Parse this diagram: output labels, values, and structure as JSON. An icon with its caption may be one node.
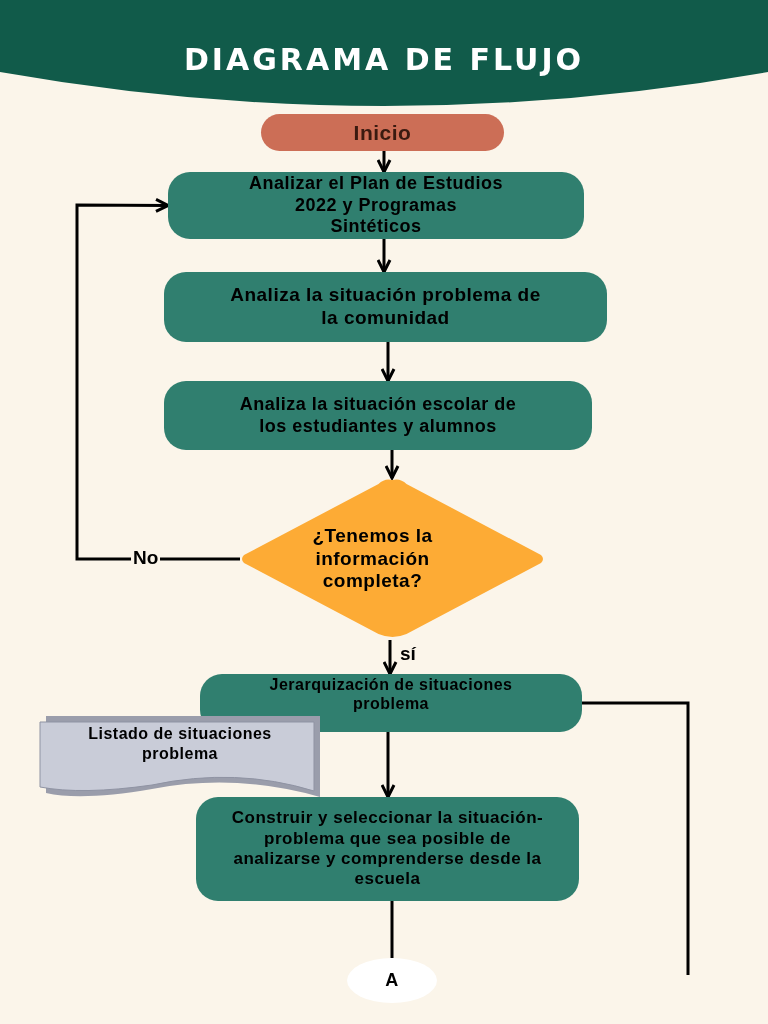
{
  "diagram": {
    "title": "DIAGRAMA DE FLUJO",
    "nodes": [
      {
        "text": [
          "Inicio"
        ]
      },
      {
        "text": [
          "Analizar el Plan de Estudios 2022 y Programas Sintéticos"
        ]
      },
      {
        "text": [
          "Analiza la situación problema de la comunidad"
        ]
      },
      {
        "text": [
          "Analiza la situación escolar de los estudiantes y alumnos"
        ]
      },
      {
        "text": [
          "¿Tenemos la información completa?"
        ]
      },
      {
        "text": [
          "Jerarquización de situaciones problema"
        ]
      },
      {
        "text": [
          "Listado de situaciones problema"
        ]
      },
      {
        "text": [
          "Construir y seleccionar la situación-problema que sea posible de analizarse y comprenderse desde la escuela"
        ]
      },
      {
        "text": [
          "A"
        ]
      }
    ],
    "edges": [
      {
        "from": 0,
        "to": 1,
        "arrow": "to"
      },
      {
        "from": 1,
        "to": 2,
        "arrow": "to"
      },
      {
        "from": 2,
        "to": 3,
        "arrow": "to"
      },
      {
        "from": 3,
        "to": 4,
        "arrow": "to"
      },
      {
        "from": 4,
        "to": 1,
        "arrow": "to",
        "label": "No"
      },
      {
        "from": 4,
        "to": 5,
        "arrow": "to",
        "label": "sí"
      },
      {
        "from": 5,
        "to": 7,
        "arrow": "to"
      },
      {
        "from": 7,
        "to": 8,
        "arrow": "none"
      },
      {
        "from": 5,
        "to": null,
        "arrow": "none"
      }
    ]
  }
}
